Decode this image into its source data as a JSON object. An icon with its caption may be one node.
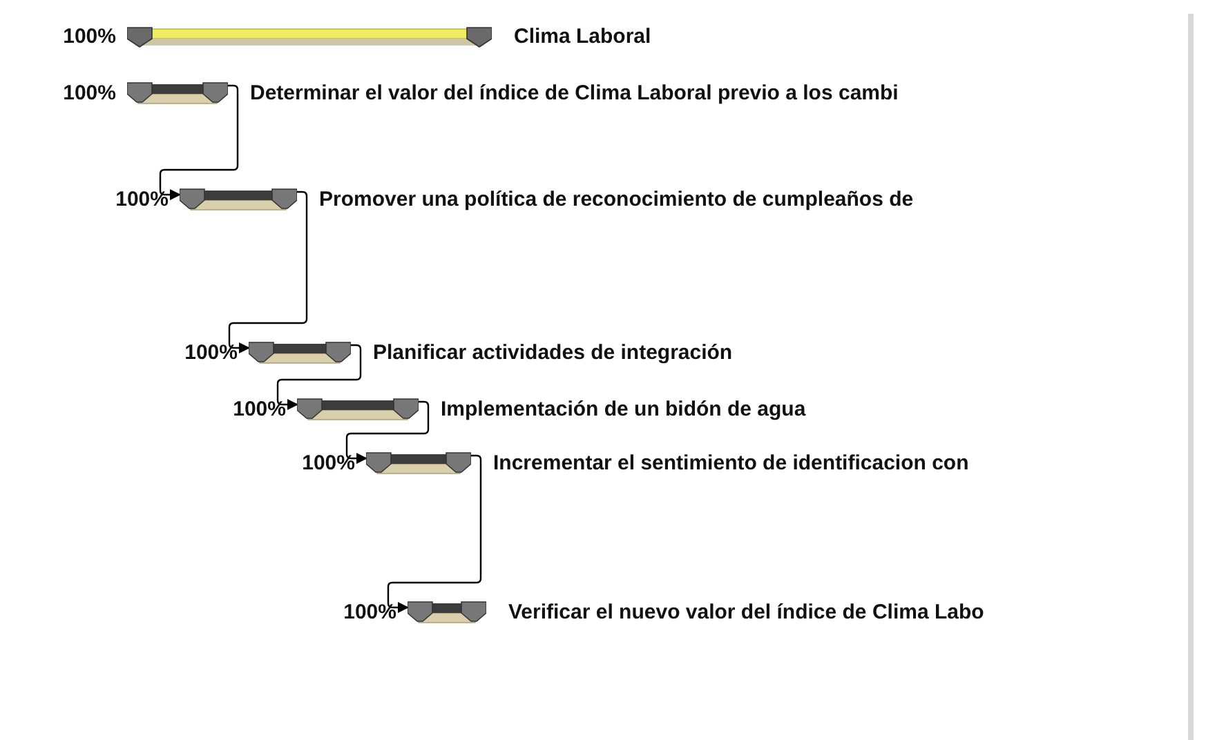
{
  "diagram": {
    "nodes": [
      {
        "text": [
          "Clima Laboral"
        ],
        "beside": [
          "100%"
        ]
      },
      {
        "text": [
          "Determinar el valor del índice de Clima Laboral previo a los cambi"
        ],
        "beside": [
          "100%"
        ]
      },
      {
        "text": [
          "Promover una política de reconocimiento de cumpleaños de"
        ],
        "beside": [
          "100%"
        ]
      },
      {
        "text": [
          "Planificar actividades de integración"
        ],
        "beside": [
          "100%"
        ]
      },
      {
        "text": [
          "Implementación de un bidón de agua"
        ],
        "beside": [
          "100%"
        ]
      },
      {
        "text": [
          "Incrementar el sentimiento de identificacion con"
        ],
        "beside": [
          "100%"
        ]
      },
      {
        "text": [
          "Verificar el nuevo valor del índice de Clima Labo"
        ],
        "beside": [
          "100%"
        ]
      }
    ],
    "edges": [
      {
        "from": 1,
        "to": 2,
        "arrow": "to"
      },
      {
        "from": 2,
        "to": 3,
        "arrow": "to"
      },
      {
        "from": 3,
        "to": 4,
        "arrow": "to"
      },
      {
        "from": 4,
        "to": 5,
        "arrow": "to"
      },
      {
        "from": 5,
        "to": 6,
        "arrow": "to"
      }
    ]
  }
}
